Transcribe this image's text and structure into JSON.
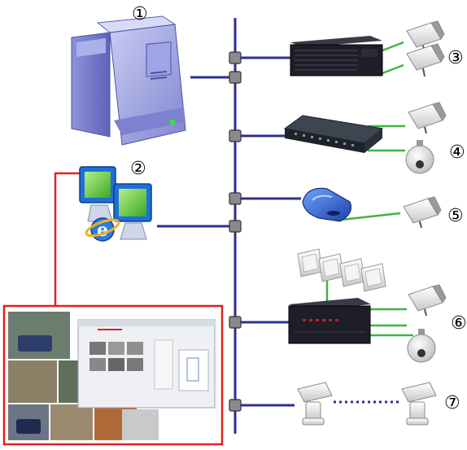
{
  "labels": [
    {
      "id": "1",
      "text": "①"
    },
    {
      "id": "2",
      "text": "②"
    },
    {
      "id": "3",
      "text": "③"
    },
    {
      "id": "4",
      "text": "④"
    },
    {
      "id": "5",
      "text": "⑤"
    },
    {
      "id": "6",
      "text": "⑥"
    },
    {
      "id": "7",
      "text": "⑦"
    }
  ],
  "nodes": {
    "server": "server-tower-icon",
    "workstation": "workstation-browser-icon",
    "recorder": "rack-recorder-icon",
    "encoder": "video-encoder-icon",
    "decoder": "ip-decoder-icon",
    "matrix": "matrix-switcher-icon",
    "monitors": "monitor-wall-icon",
    "screenshot": "video-client-screenshot",
    "cameras": "camera-icon",
    "domes": "dome-camera-icon",
    "ptz": "ptz-camera-icon"
  },
  "colors": {
    "network_line": "#2d2f8f",
    "analog_line": "#3fb34a",
    "client_link": "#e02020",
    "port": "#8a8a8a",
    "device_dark": "#1e1e28"
  }
}
